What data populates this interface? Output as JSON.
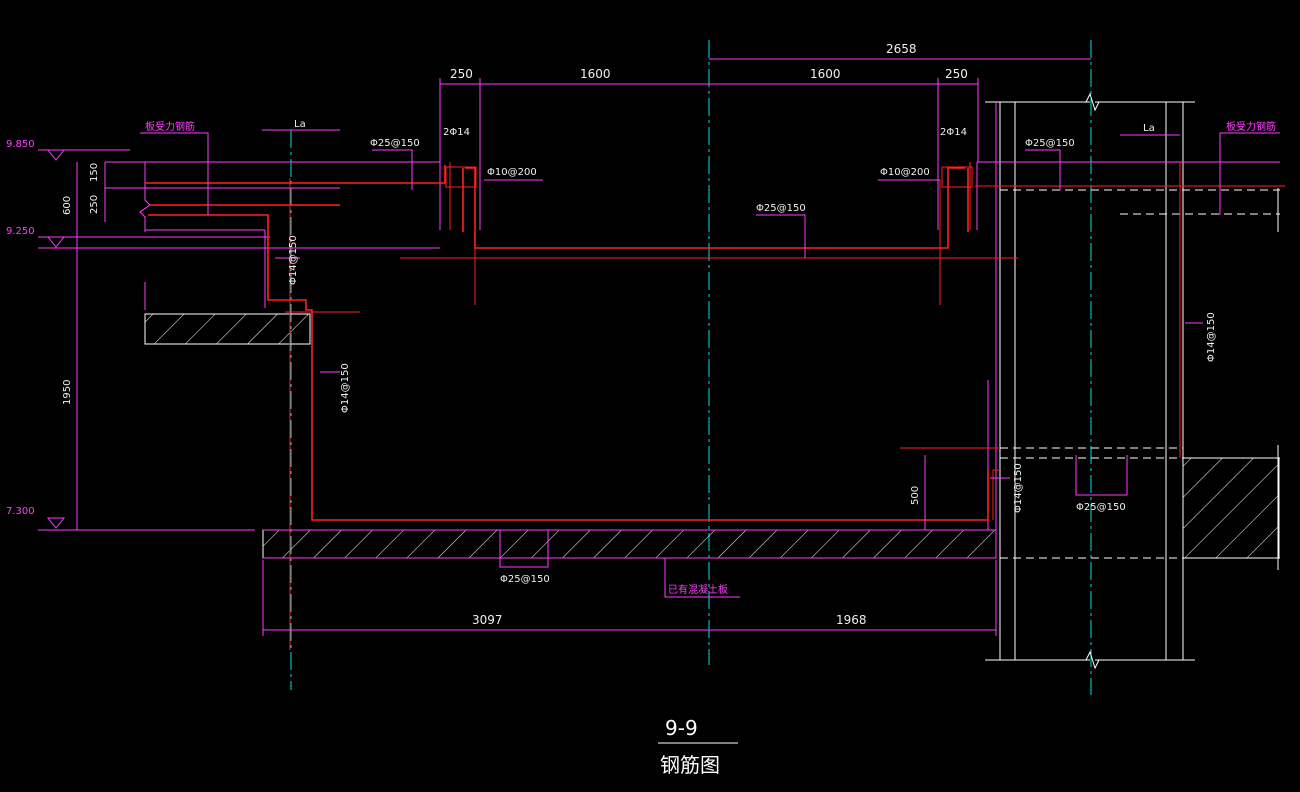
{
  "title": {
    "number": "9-9",
    "name": "钢筋图"
  },
  "elevations": [
    "9.850",
    "9.250",
    "7.300"
  ],
  "dimensions": {
    "top_total": "2658",
    "top_left_edge": "250",
    "top_left_span": "1600",
    "top_right_span": "1600",
    "top_right_edge": "250",
    "left_600": "600",
    "left_150": "150",
    "left_250": "250",
    "left_1950": "1950",
    "right_500": "500",
    "bottom_left": "3097",
    "bottom_right": "1968"
  },
  "labels": {
    "slab_rebar_left": "板受力钢筋",
    "slab_rebar_right": "板受力钢筋",
    "la_left": "La",
    "la_right": "La",
    "top_bar_left": "Φ25@150",
    "top_bar_right": "Φ25@150",
    "corner_left": "2Φ14",
    "corner_right": "2Φ14",
    "stirrup_left": "Φ10@200",
    "stirrup_right": "Φ10@200",
    "mid_bar": "Φ25@150",
    "wall_left_upper": "Φ14@150",
    "wall_left_lower": "Φ14@150",
    "wall_right_upper": "Φ14@150",
    "wall_right_lower": "Φ14@150",
    "bottom_bar": "Φ25@150",
    "right_bottom_bar": "Φ25@150",
    "existing_slab": "已有混凝土板"
  }
}
